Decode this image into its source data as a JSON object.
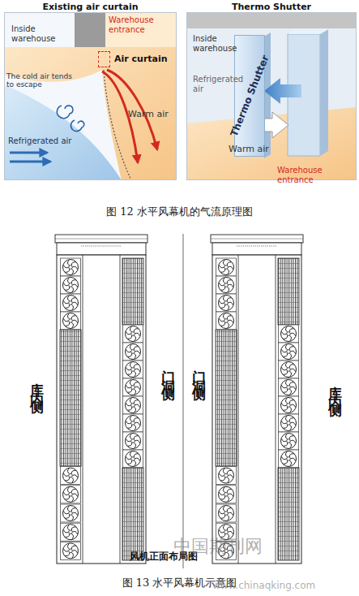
{
  "diagram": {
    "nodes": [
      {
        "text": [
          "Existing air curtain"
        ]
      },
      {
        "text": [
          "Thermo Shutter"
        ]
      },
      {
        "text": [
          "Air curtain"
        ],
        "in": 0
      },
      {
        "text": [
          "Thermo Shutter"
        ],
        "in": 1
      }
    ],
    "labels": [
      "Inside warehouse",
      "Warehouse entrance",
      "The cold air tends to escape",
      "Warm air",
      "Refrigerated air",
      "Inside warehouse",
      "Refrigerated air",
      "Warm air",
      "Warehouse entrance",
      "图 12 水平风幕机的气流原理图",
      "库内侧",
      "门洞侧",
      "门洞侧",
      "库内侧",
      "风机正面布局图",
      "中国期刊网",
      "图 13 水平风幕机示意图",
      "www.chinaqking.com"
    ]
  }
}
